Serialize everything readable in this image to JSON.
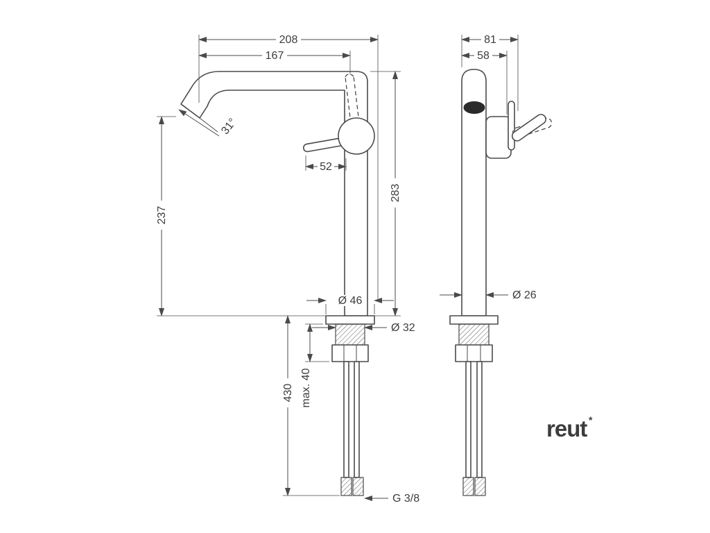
{
  "product_drawing": {
    "front_view": {
      "width_total": "208",
      "width_spout": "167",
      "spout_angle": "31°",
      "handle_length": "52",
      "height_spout": "237",
      "height_total": "283",
      "dia_base": "Ø 46",
      "dia_shank": "Ø 32",
      "max_mounting": "max. 40",
      "hose_length": "430",
      "thread": "G 3/8"
    },
    "side_view": {
      "depth_total": "81",
      "depth_body": "58",
      "dia_body": "Ø 26"
    }
  },
  "logo": {
    "brand": "reut",
    "mark": "*"
  },
  "colors": {
    "line": "#4a4a4a",
    "text": "#3d3d3d",
    "logo": "#1d3c6b"
  }
}
